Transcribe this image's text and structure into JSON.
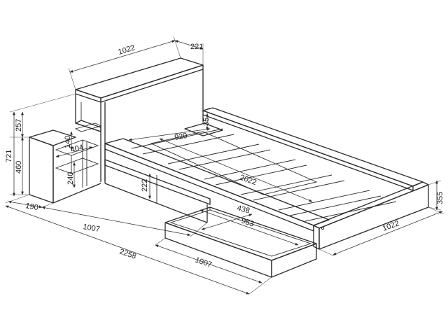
{
  "dimensions": {
    "headboard_width": "1022",
    "headboard_depth": "221",
    "shelf_upper": "257",
    "total_height": "721",
    "lower_height": "460",
    "shelf_140": "140",
    "shelf_404": "404",
    "shelf_240": "240",
    "side_190": "190",
    "length_1007": "1007",
    "total_length": "2258",
    "drawer_length": "1007",
    "inner_920": "920",
    "inner_2022": "2022",
    "side_35": "35",
    "front_222": "222",
    "drawer_438": "438",
    "drawer_953": "953",
    "foot_355": "355",
    "foot_width": "1022"
  }
}
